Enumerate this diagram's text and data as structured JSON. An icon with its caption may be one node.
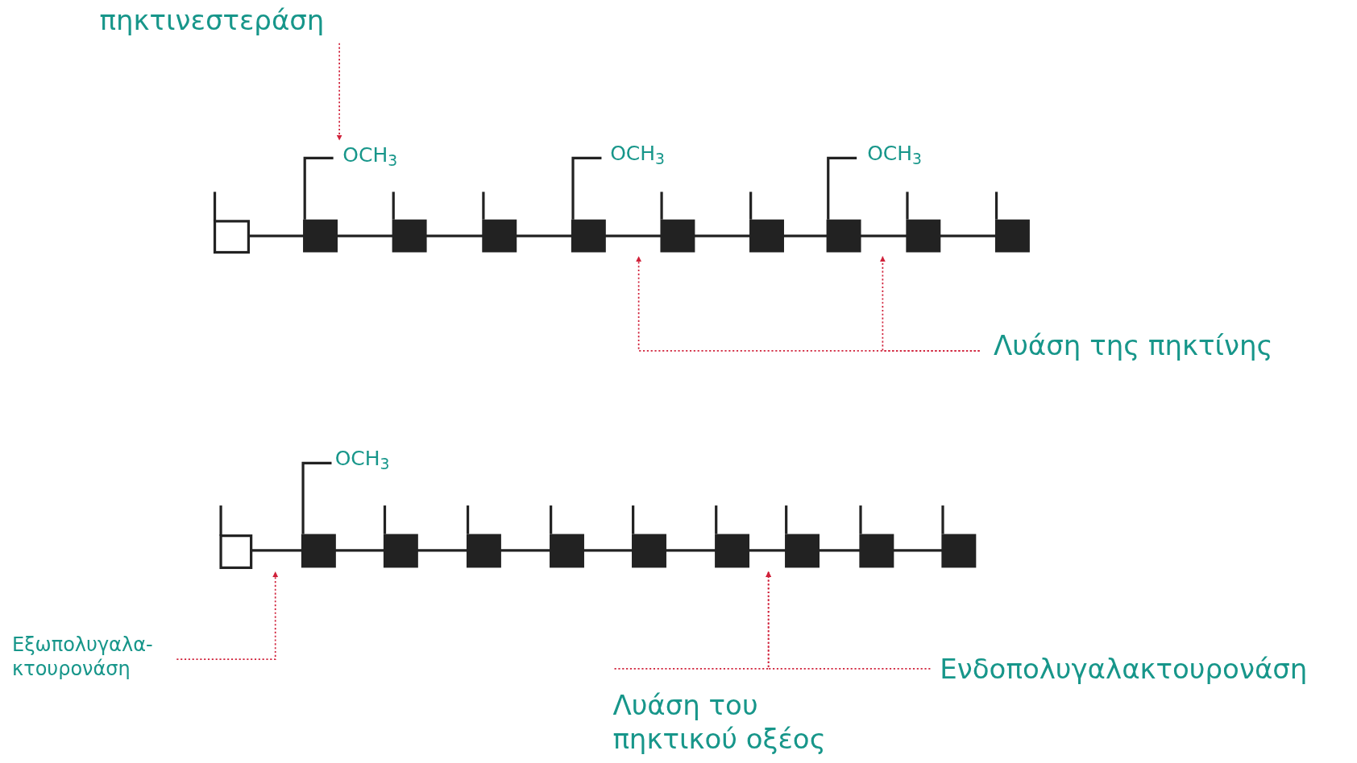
{
  "diagram": {
    "nodes": [
      {
        "text": [
          "πηκτινεστεράση"
        ]
      },
      {
        "text": [
          "Λυάση της πηκτίνης"
        ]
      },
      {
        "text": [
          "Εξωπολυγαλα- κτουρονάση"
        ]
      },
      {
        "text": [
          "Ενδοπολυγαλακτουρονάση"
        ]
      },
      {
        "text": [
          "Λυάση του πηκτικού οξέος"
        ]
      },
      {
        "text": [
          "OCH$_{3}$"
        ]
      }
    ],
    "edges": [
      {
        "from": 0,
        "to": 5,
        "arrow": "to"
      },
      {
        "from": 1,
        "to": null,
        "arrow": "to"
      },
      {
        "from": 1,
        "to": null,
        "arrow": "to"
      },
      {
        "from": 2,
        "to": null,
        "arrow": "to"
      },
      {
        "from": 3,
        "to": null,
        "arrow": "to"
      },
      {
        "from": 4,
        "to": null,
        "arrow": "to"
      }
    ],
    "labels": [
      "OCH$_{3}$",
      "OCH$_{3}$",
      "OCH$_{3}$"
    ]
  }
}
